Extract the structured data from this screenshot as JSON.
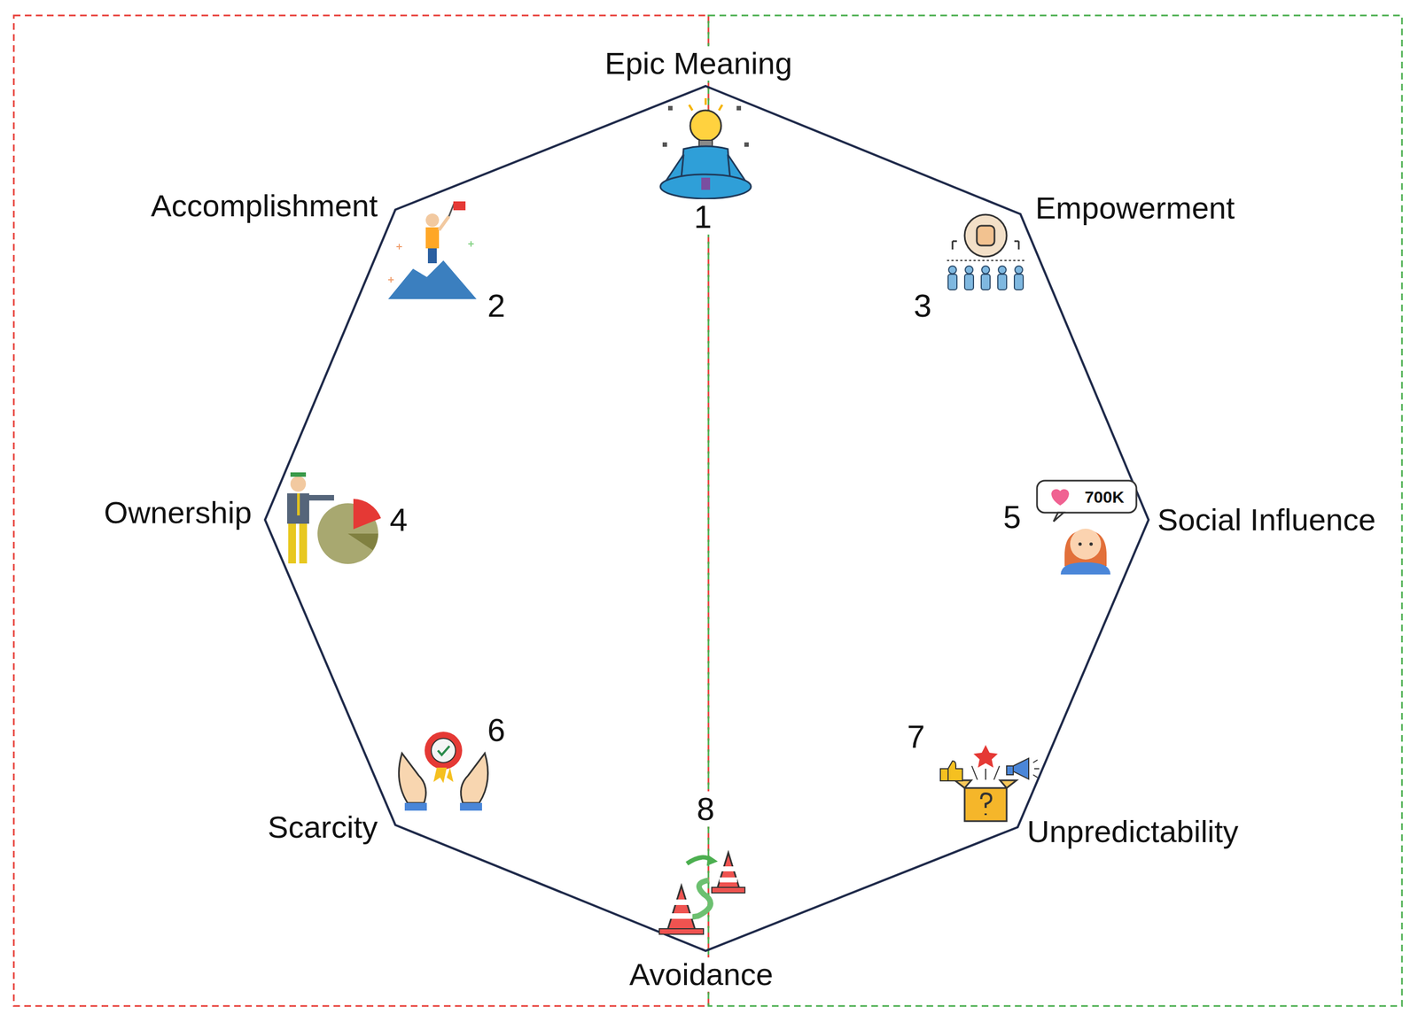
{
  "diagram": {
    "labels": [
      "Epic Meaning",
      "1",
      "Accomplishment",
      "2",
      "Empowerment",
      "3",
      "Ownership",
      "4",
      "Social Influence",
      "5",
      "Scarcity",
      "6",
      "Unpredictability",
      "7",
      "Avoidance",
      "8",
      "700K"
    ]
  }
}
